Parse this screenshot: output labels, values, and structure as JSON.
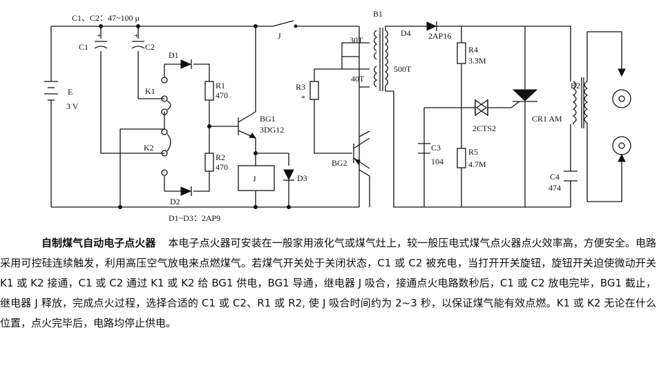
{
  "labels": {
    "cap_note": "C1、C2：47~100 μ",
    "c1": "C1",
    "c2": "C2",
    "battery": "E",
    "battery_v": "3 V",
    "d1": "D1",
    "d2": "D2",
    "k1": "K1",
    "k2": "K2",
    "r1": "R1",
    "r1_val": "470",
    "r2": "R2",
    "r2_val": "470",
    "bg1": "BG1",
    "bg1_type": "3DG12",
    "relay": "J",
    "relay_switch": "J",
    "d3": "D3",
    "diode_note": "D1~D3：2AP9",
    "r3": "R3",
    "r3_mark": "*",
    "bg2": "BG2",
    "b1": "B1",
    "t30": "30T",
    "t40": "40T",
    "t500": "500T",
    "d4": "D4",
    "d4_type": "2AP16",
    "r4": "R4",
    "r4_val": "3.3M",
    "c3": "C3",
    "c3_val": "104",
    "r5": "R5",
    "r5_val": "4.7M",
    "dz": "2CTS2",
    "scr": "CR1 AM",
    "b2": "B2",
    "c4": "C4",
    "c4_val": "474"
  },
  "text": {
    "title": "自制煤气自动电子点火器",
    "body": "本电子点火器可安装在一般家用液化气或煤气灶上，较一般压电式煤气点火器点火效率高，方便安全。电路采用可控硅连续触发，利用高压空气放电来点燃煤气。若煤气开关处于关闭状态，C1 或 C2 被充电，当打开开关旋钮，旋钮开关迫使微动开关 K1 或 K2 接通，C1 或 C2 通过 K1 或 K2 给 BG1 供电，BG1 导通，继电器 J 吸合，接通点火电路数秒后，C1 或 C2 放电完毕，BG1 截止，继电器 J 释放，完成点火过程，选择合适的 C1 或 C2、R1 或 R2, 使 J 吸合时间约为 2~3 秒，以保证煤气能有效点燃。K1 或 K2 无论在什么位置，点火完毕后，电路均停止供电。"
  }
}
